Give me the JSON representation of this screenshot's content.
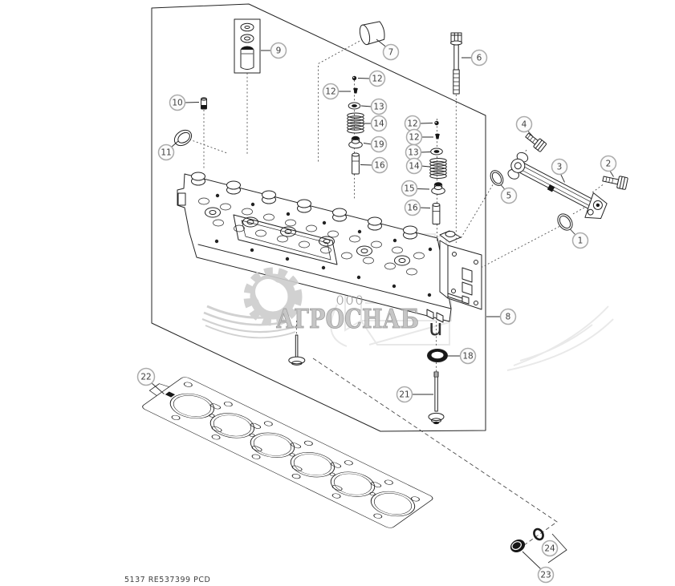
{
  "page": {
    "background": "#ffffff"
  },
  "footer": {
    "doc_code": "5137 RE537399 PCD"
  },
  "watermark": {
    "company_prefix": "ООО",
    "company_name": "АГРОСНАБ",
    "stray_glyph": "u",
    "gray": "#c7c7c7"
  },
  "colors": {
    "line": "#232323",
    "callout_ring": "#ababab",
    "callout_text": "#3f3f3f",
    "dashed": "#4a4a4a"
  },
  "diagram": {
    "description": "Exploded parts diagram of a 6-cylinder engine cylinder head: valves, springs, guides, rocker oil tube, head gasket",
    "callouts": [
      {
        "label": "9"
      },
      {
        "label": "10"
      },
      {
        "label": "11"
      },
      {
        "label": "7"
      },
      {
        "label": "6"
      },
      {
        "label": "12"
      },
      {
        "label": "12"
      },
      {
        "label": "13"
      },
      {
        "label": "14"
      },
      {
        "label": "19"
      },
      {
        "label": "16"
      },
      {
        "label": "12"
      },
      {
        "label": "12"
      },
      {
        "label": "13"
      },
      {
        "label": "14"
      },
      {
        "label": "15"
      },
      {
        "label": "16"
      },
      {
        "label": "4"
      },
      {
        "label": "2"
      },
      {
        "label": "3"
      },
      {
        "label": "5"
      },
      {
        "label": "1"
      },
      {
        "label": "8"
      },
      {
        "label": "18"
      },
      {
        "label": "21"
      },
      {
        "label": "22"
      },
      {
        "label": "24"
      },
      {
        "label": "23"
      }
    ]
  }
}
